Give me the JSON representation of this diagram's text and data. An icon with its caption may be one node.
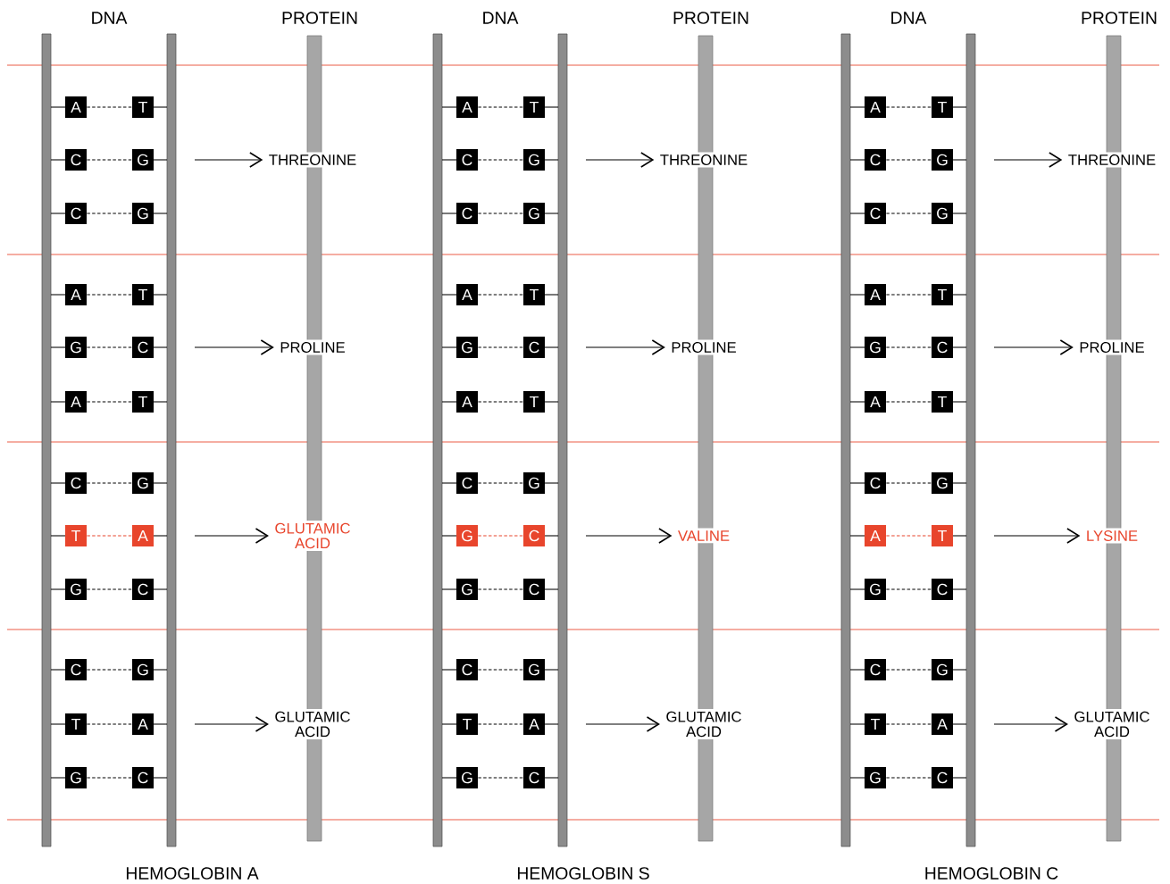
{
  "diagram": {
    "nodes": [
      {
        "text": [
          "A"
        ]
      },
      {
        "text": [
          "T"
        ]
      },
      {
        "text": [
          "C"
        ]
      },
      {
        "text": [
          "G"
        ]
      },
      {
        "text": [
          "C"
        ]
      },
      {
        "text": [
          "G"
        ]
      },
      {
        "text": [
          "THREONINE"
        ]
      },
      {
        "text": [
          "A"
        ]
      },
      {
        "text": [
          "T"
        ]
      },
      {
        "text": [
          "G"
        ]
      },
      {
        "text": [
          "C"
        ]
      },
      {
        "text": [
          "A"
        ]
      },
      {
        "text": [
          "T"
        ]
      },
      {
        "text": [
          "PROLINE"
        ]
      },
      {
        "text": [
          "C"
        ]
      },
      {
        "text": [
          "G"
        ]
      },
      {
        "text": [
          "T"
        ]
      },
      {
        "text": [
          "A"
        ]
      },
      {
        "text": [
          "G"
        ]
      },
      {
        "text": [
          "C"
        ]
      },
      {
        "text": [
          "GLUTAMIC ACID"
        ]
      },
      {
        "text": [
          "C"
        ]
      },
      {
        "text": [
          "G"
        ]
      },
      {
        "text": [
          "T"
        ]
      },
      {
        "text": [
          "A"
        ]
      },
      {
        "text": [
          "G"
        ]
      },
      {
        "text": [
          "C"
        ]
      },
      {
        "text": [
          "GLUTAMIC ACID"
        ]
      },
      {
        "text": [
          "A"
        ]
      },
      {
        "text": [
          "T"
        ]
      },
      {
        "text": [
          "C"
        ]
      },
      {
        "text": [
          "G"
        ]
      },
      {
        "text": [
          "C"
        ]
      },
      {
        "text": [
          "G"
        ]
      },
      {
        "text": [
          "THREONINE"
        ]
      },
      {
        "text": [
          "A"
        ]
      },
      {
        "text": [
          "T"
        ]
      },
      {
        "text": [
          "G"
        ]
      },
      {
        "text": [
          "C"
        ]
      },
      {
        "text": [
          "A"
        ]
      },
      {
        "text": [
          "T"
        ]
      },
      {
        "text": [
          "PROLINE"
        ]
      },
      {
        "text": [
          "C"
        ]
      },
      {
        "text": [
          "G"
        ]
      },
      {
        "text": [
          "G"
        ]
      },
      {
        "text": [
          "C"
        ]
      },
      {
        "text": [
          "G"
        ]
      },
      {
        "text": [
          "C"
        ]
      },
      {
        "text": [
          "VALINE"
        ]
      },
      {
        "text": [
          "C"
        ]
      },
      {
        "text": [
          "G"
        ]
      },
      {
        "text": [
          "T"
        ]
      },
      {
        "text": [
          "A"
        ]
      },
      {
        "text": [
          "G"
        ]
      },
      {
        "text": [
          "C"
        ]
      },
      {
        "text": [
          "GLUTAMIC ACID"
        ]
      },
      {
        "text": [
          "A"
        ]
      },
      {
        "text": [
          "T"
        ]
      },
      {
        "text": [
          "C"
        ]
      },
      {
        "text": [
          "G"
        ]
      },
      {
        "text": [
          "C"
        ]
      },
      {
        "text": [
          "G"
        ]
      },
      {
        "text": [
          "THREONINE"
        ]
      },
      {
        "text": [
          "A"
        ]
      },
      {
        "text": [
          "T"
        ]
      },
      {
        "text": [
          "G"
        ]
      },
      {
        "text": [
          "C"
        ]
      },
      {
        "text": [
          "A"
        ]
      },
      {
        "text": [
          "T"
        ]
      },
      {
        "text": [
          "PROLINE"
        ]
      },
      {
        "text": [
          "C"
        ]
      },
      {
        "text": [
          "G"
        ]
      },
      {
        "text": [
          "A"
        ]
      },
      {
        "text": [
          "T"
        ]
      },
      {
        "text": [
          "G"
        ]
      },
      {
        "text": [
          "C"
        ]
      },
      {
        "text": [
          "LYSINE"
        ]
      },
      {
        "text": [
          "C"
        ]
      },
      {
        "text": [
          "G"
        ]
      },
      {
        "text": [
          "T"
        ]
      },
      {
        "text": [
          "A"
        ]
      },
      {
        "text": [
          "G"
        ]
      },
      {
        "text": [
          "C"
        ]
      },
      {
        "text": [
          "GLUTAMIC ACID"
        ]
      }
    ],
    "edges": [
      {
        "from": 0,
        "to": 1,
        "arrow": "none",
        "style": "dashed"
      },
      {
        "from": 2,
        "to": 3,
        "arrow": "none",
        "style": "dashed"
      },
      {
        "from": 4,
        "to": 5,
        "arrow": "none",
        "style": "dashed"
      },
      {
        "from": null,
        "to": 6,
        "arrow": "to"
      },
      {
        "from": 7,
        "to": 8,
        "arrow": "none",
        "style": "dashed"
      },
      {
        "from": 9,
        "to": 10,
        "arrow": "none",
        "style": "dashed"
      },
      {
        "from": 11,
        "to": 12,
        "arrow": "none",
        "style": "dashed"
      },
      {
        "from": null,
        "to": 13,
        "arrow": "to"
      },
      {
        "from": 14,
        "to": 15,
        "arrow": "none",
        "style": "dashed"
      },
      {
        "from": 16,
        "to": 17,
        "arrow": "none",
        "style": "dashed",
        "color": "#e8452c"
      },
      {
        "from": 18,
        "to": 19,
        "arrow": "none",
        "style": "dashed"
      },
      {
        "from": null,
        "to": 20,
        "arrow": "to"
      },
      {
        "from": 21,
        "to": 22,
        "arrow": "none",
        "style": "dashed"
      },
      {
        "from": 23,
        "to": 24,
        "arrow": "none",
        "style": "dashed"
      },
      {
        "from": 25,
        "to": 26,
        "arrow": "none",
        "style": "dashed"
      },
      {
        "from": null,
        "to": 27,
        "arrow": "to"
      },
      {
        "from": 28,
        "to": 29,
        "arrow": "none",
        "style": "dashed"
      },
      {
        "from": 30,
        "to": 31,
        "arrow": "none",
        "style": "dashed"
      },
      {
        "from": 32,
        "to": 33,
        "arrow": "none",
        "style": "dashed"
      },
      {
        "from": null,
        "to": 34,
        "arrow": "to"
      },
      {
        "from": 35,
        "to": 36,
        "arrow": "none",
        "style": "dashed"
      },
      {
        "from": 37,
        "to": 38,
        "arrow": "none",
        "style": "dashed"
      },
      {
        "from": 39,
        "to": 40,
        "arrow": "none",
        "style": "dashed"
      },
      {
        "from": null,
        "to": 41,
        "arrow": "to"
      },
      {
        "from": 42,
        "to": 43,
        "arrow": "none",
        "style": "dashed"
      },
      {
        "from": 44,
        "to": 45,
        "arrow": "none",
        "style": "dashed",
        "color": "#e8452c"
      },
      {
        "from": 46,
        "to": 47,
        "arrow": "none",
        "style": "dashed"
      },
      {
        "from": null,
        "to": 48,
        "arrow": "to"
      },
      {
        "from": 49,
        "to": 50,
        "arrow": "none",
        "style": "dashed"
      },
      {
        "from": 51,
        "to": 52,
        "arrow": "none",
        "style": "dashed"
      },
      {
        "from": 53,
        "to": 54,
        "arrow": "none",
        "style": "dashed"
      },
      {
        "from": null,
        "to": 55,
        "arrow": "to"
      },
      {
        "from": 56,
        "to": 57,
        "arrow": "none",
        "style": "dashed"
      },
      {
        "from": 58,
        "to": 59,
        "arrow": "none",
        "style": "dashed"
      },
      {
        "from": 60,
        "to": 61,
        "arrow": "none",
        "style": "dashed"
      },
      {
        "from": null,
        "to": 62,
        "arrow": "to"
      },
      {
        "from": 63,
        "to": 64,
        "arrow": "none",
        "style": "dashed"
      },
      {
        "from": 65,
        "to": 66,
        "arrow": "none",
        "style": "dashed"
      },
      {
        "from": 67,
        "to": 68,
        "arrow": "none",
        "style": "dashed"
      },
      {
        "from": null,
        "to": 69,
        "arrow": "to"
      },
      {
        "from": 70,
        "to": 71,
        "arrow": "none",
        "style": "dashed"
      },
      {
        "from": 72,
        "to": 73,
        "arrow": "none",
        "style": "dashed",
        "color": "#e8452c"
      },
      {
        "from": 74,
        "to": 75,
        "arrow": "none",
        "style": "dashed"
      },
      {
        "from": null,
        "to": 76,
        "arrow": "to"
      },
      {
        "from": 77,
        "to": 78,
        "arrow": "none",
        "style": "dashed"
      },
      {
        "from": 79,
        "to": 80,
        "arrow": "none",
        "style": "dashed"
      },
      {
        "from": 81,
        "to": 82,
        "arrow": "none",
        "style": "dashed"
      },
      {
        "from": null,
        "to": 83,
        "arrow": "to"
      }
    ],
    "labels": [
      "DNA",
      "PROTEIN",
      "DNA",
      "PROTEIN",
      "DNA",
      "PROTEIN",
      "HEMOGLOBIN A",
      "HEMOGLOBIN S",
      "HEMOGLOBIN C"
    ]
  }
}
